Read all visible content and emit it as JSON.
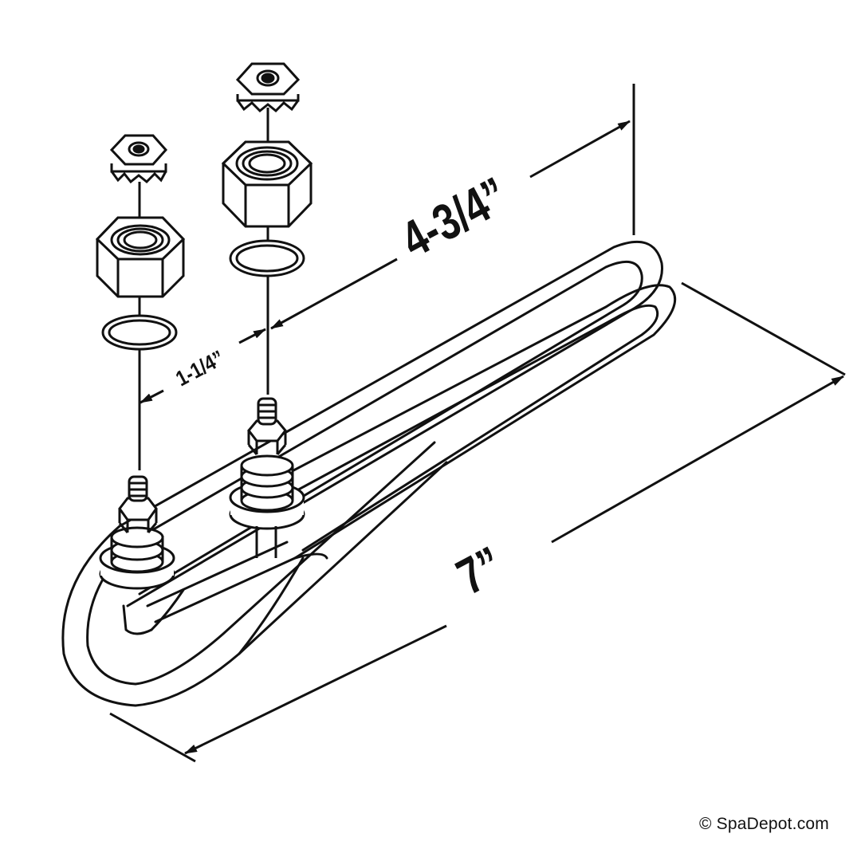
{
  "dimensions": {
    "length": "7”",
    "height": "4-3/4”",
    "spacing": "1-1/4”"
  },
  "copyright": "© SpaDepot.com",
  "colors": {
    "line": "#111111",
    "fill": "#ffffff"
  }
}
